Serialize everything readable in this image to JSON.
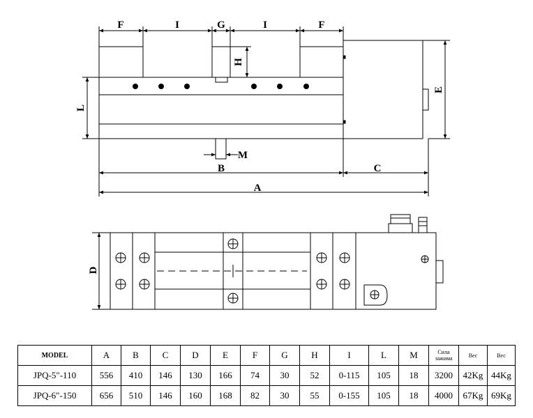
{
  "dimension_labels": {
    "A": "A",
    "B": "B",
    "C": "C",
    "D": "D",
    "E": "E",
    "F": "F",
    "G": "G",
    "H": "H",
    "I": "I",
    "L": "L",
    "M": "M"
  },
  "table": {
    "headers": [
      "MODEL",
      "A",
      "B",
      "C",
      "D",
      "E",
      "F",
      "G",
      "H",
      "I",
      "L",
      "M",
      "Сила зажима",
      "Вес",
      "Вес"
    ],
    "rows": [
      [
        "JPQ-5\"-110",
        "556",
        "410",
        "146",
        "130",
        "166",
        "74",
        "30",
        "52",
        "0-115",
        "105",
        "18",
        "3200",
        "42Kg",
        "44Kg"
      ],
      [
        "JPQ-6\"-150",
        "656",
        "510",
        "146",
        "160",
        "168",
        "82",
        "30",
        "55",
        "0-155",
        "105",
        "18",
        "4000",
        "67Kg",
        "69Kg"
      ]
    ]
  }
}
